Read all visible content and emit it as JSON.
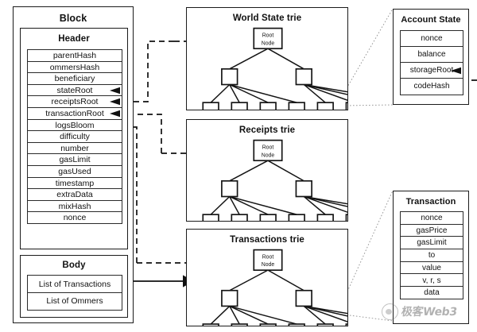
{
  "block": {
    "title": "Block",
    "header": {
      "title": "Header",
      "fields": [
        {
          "label": "parentHash",
          "has_arrow": false
        },
        {
          "label": "ommersHash",
          "has_arrow": false
        },
        {
          "label": "beneficiary",
          "has_arrow": false
        },
        {
          "label": "stateRoot",
          "has_arrow": true
        },
        {
          "label": "receiptsRoot",
          "has_arrow": true
        },
        {
          "label": "transactionRoot",
          "has_arrow": true
        },
        {
          "label": "logsBloom",
          "has_arrow": false
        },
        {
          "label": "difficulty",
          "has_arrow": false
        },
        {
          "label": "number",
          "has_arrow": false
        },
        {
          "label": "gasLimit",
          "has_arrow": false
        },
        {
          "label": "gasUsed",
          "has_arrow": false
        },
        {
          "label": "timestamp",
          "has_arrow": false
        },
        {
          "label": "extraData",
          "has_arrow": false
        },
        {
          "label": "mixHash",
          "has_arrow": false
        },
        {
          "label": "nonce",
          "has_arrow": false
        }
      ]
    },
    "body": {
      "title": "Body",
      "fields": [
        {
          "label": "List of Transactions"
        },
        {
          "label": "List of Ommers"
        }
      ]
    }
  },
  "tries": [
    {
      "key": "world-state",
      "title": "World State trie",
      "root_label_line1": "Root",
      "root_label_line2": "Node"
    },
    {
      "key": "receipts",
      "title": "Receipts trie",
      "root_label_line1": "Root",
      "root_label_line2": "Node"
    },
    {
      "key": "transactions",
      "title": "Transactions trie",
      "root_label_line1": "Root",
      "root_label_line2": "Node"
    }
  ],
  "account_state": {
    "title": "Account State",
    "fields": [
      {
        "label": "nonce",
        "has_arrow": false
      },
      {
        "label": "balance",
        "has_arrow": false
      },
      {
        "label": "storageRoot",
        "has_arrow": true
      },
      {
        "label": "codeHash",
        "has_arrow": false
      }
    ]
  },
  "transaction": {
    "title": "Transaction",
    "fields": [
      {
        "label": "nonce"
      },
      {
        "label": "gasPrice"
      },
      {
        "label": "gasLimit"
      },
      {
        "label": "to"
      },
      {
        "label": "value"
      },
      {
        "label": "v, r, s"
      },
      {
        "label": "data"
      }
    ]
  },
  "watermark": {
    "text": "极客Web3"
  },
  "colors": {
    "stroke": "#141414",
    "field_stroke": "#2a2a2a",
    "background": "#ffffff"
  }
}
